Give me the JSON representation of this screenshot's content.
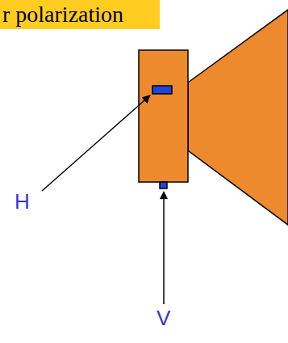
{
  "diagram": {
    "title": "r polarization",
    "labels": [
      "H",
      "V"
    ]
  }
}
